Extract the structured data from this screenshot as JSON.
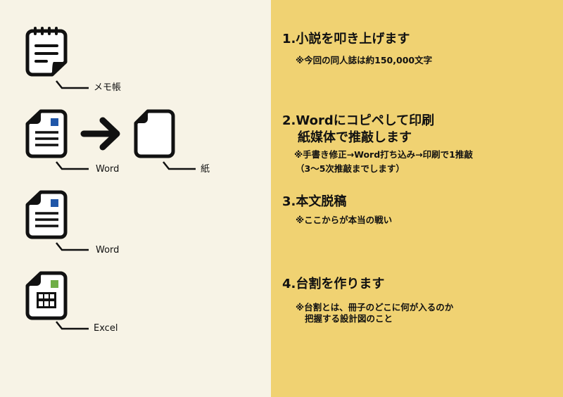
{
  "icons": {
    "memo": {
      "label": "メモ帳"
    },
    "word1": {
      "label": "Word",
      "accent": "#1f56a8"
    },
    "paper": {
      "label": "紙"
    },
    "word2": {
      "label": "Word",
      "accent": "#1f56a8"
    },
    "excel": {
      "label": "Excel",
      "accent": "#6fae46"
    }
  },
  "steps": [
    {
      "title": "1.小説を叩き上げます",
      "notes": [
        "※今回の同人誌は約150,000文字"
      ]
    },
    {
      "title": "2.Wordにコピペして印刷",
      "title2": "紙媒体で推敲します",
      "notes": [
        "※手書き修正→Word打ち込み→印刷で1推敲",
        "（3～5次推敲までします）"
      ]
    },
    {
      "title": "3.本文脱稿",
      "notes": [
        "※ここからが本当の戦い"
      ]
    },
    {
      "title": "4.台割を作ります",
      "notes": [
        "※台割とは、冊子のどこに何が入るのか",
        "把握する設計図のこと"
      ]
    }
  ],
  "colors": {
    "left_bg": "#f7f3e6",
    "right_bg": "#f0d272"
  }
}
